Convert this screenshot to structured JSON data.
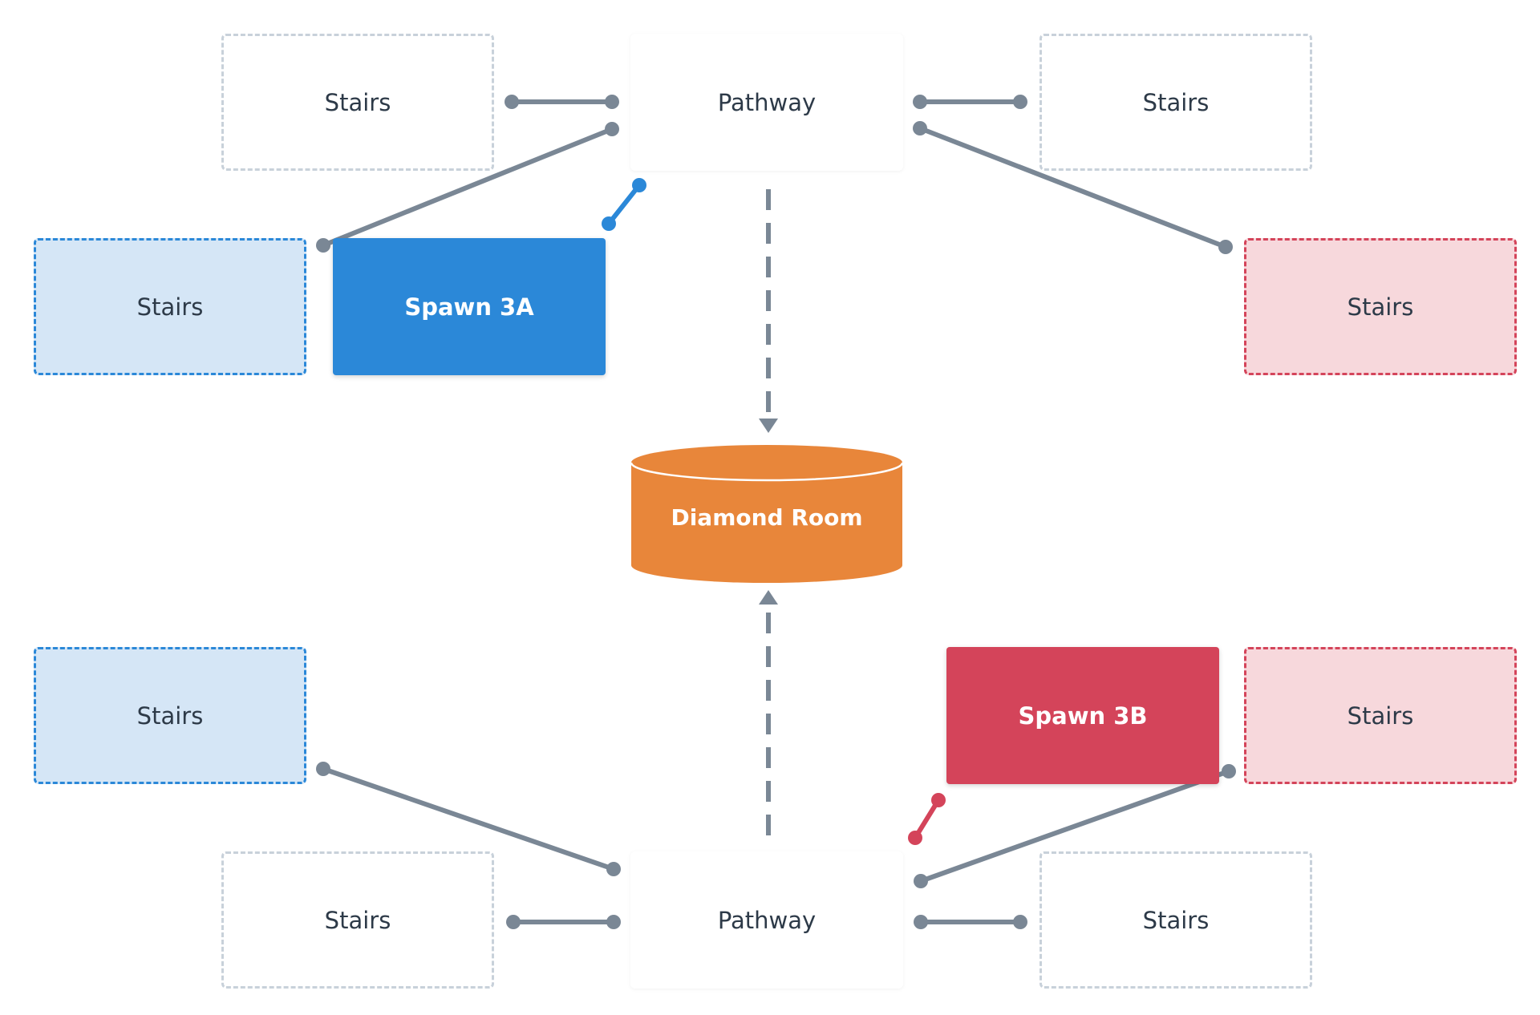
{
  "nodes": {
    "pathway_top": "Pathway",
    "pathway_bottom": "Pathway",
    "stairs_top_left": "Stairs",
    "stairs_top_right": "Stairs",
    "stairs_mid_left": "Stairs",
    "stairs_mid_right": "Stairs",
    "stairs_low_left": "Stairs",
    "stairs_low_right": "Stairs",
    "stairs_bottom_left": "Stairs",
    "stairs_bottom_right": "Stairs",
    "spawn_a": "Spawn 3A",
    "spawn_b": "Spawn 3B",
    "diamond_room": "Diamond Room"
  },
  "colors": {
    "connector": "#7a8795",
    "blue": "#2b88d8",
    "red": "#d4445a",
    "orange": "#e8863a",
    "grey_border": "#c8d1da"
  }
}
